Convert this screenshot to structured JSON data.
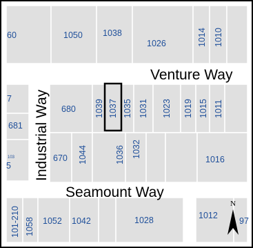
{
  "streets": {
    "venture": "Venture Way",
    "industrial": "Industrial Way",
    "seamount": "Seamount Way"
  },
  "parcels": {
    "p60": "60",
    "p1050": "1050",
    "p1038": "1038",
    "p1026": "1026",
    "p1014": "1014",
    "p1010": "1010",
    "p7": "7",
    "p680": "680",
    "p1039": "1039",
    "p1037": "1037",
    "p1035": "1035",
    "p1031": "1031",
    "p1023": "1023",
    "p1019": "1019",
    "p1015": "1015",
    "p1011": "1011",
    "p681": "681",
    "p103": "103",
    "p5": "5",
    "p670": "670",
    "p1044": "1044",
    "p1036": "1036",
    "p1032": "1032",
    "p1016": "1016",
    "p101_210": "101-210",
    "p1058": "1058",
    "p1052": "1052",
    "p1042": "1042",
    "p1028": "1028",
    "p1012": "1012",
    "p97": "97"
  },
  "north_label": "N",
  "colors": {
    "parcel": "#e0e0e0",
    "label": "#1f4f9a",
    "highlight": "#000000"
  }
}
